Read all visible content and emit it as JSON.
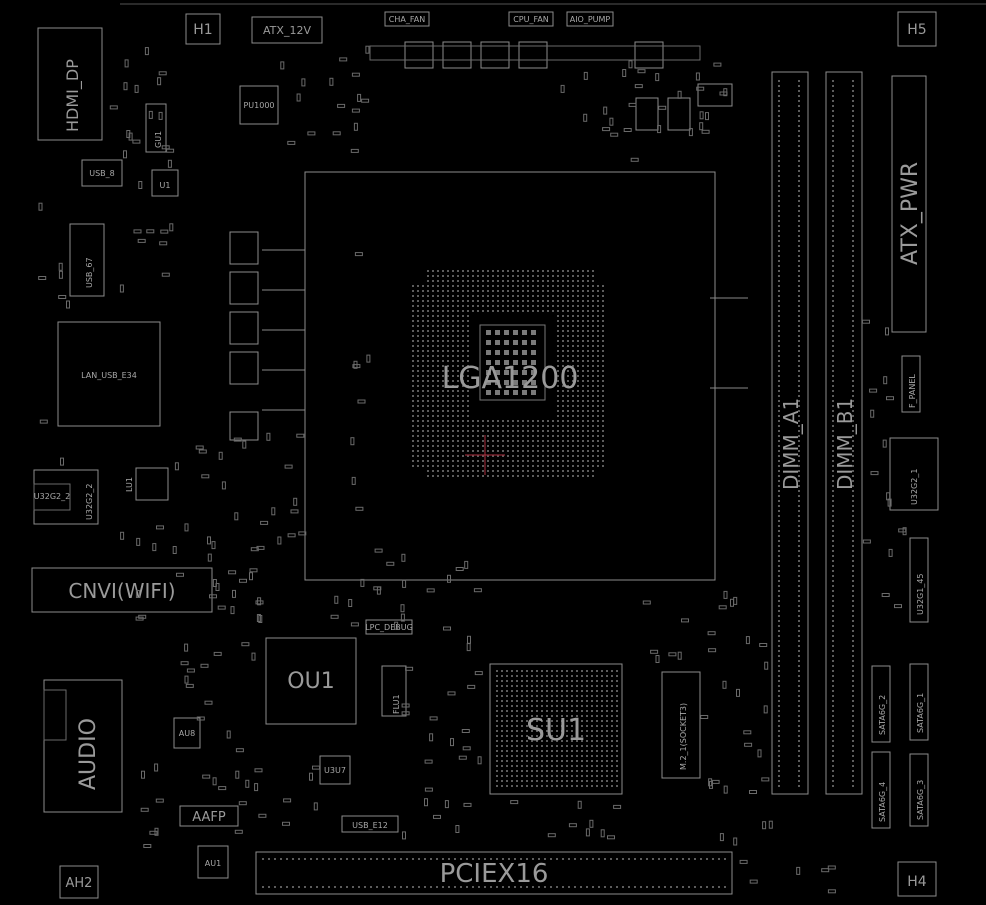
{
  "board": {
    "socket": "LGA1200",
    "chipset": "SU1",
    "audio_codec_area": "OU1",
    "memory": [
      "DIMM_A1",
      "DIMM_B1"
    ],
    "power": [
      "ATX_PWR",
      "ATX_12V"
    ],
    "slots": [
      "PCIEX16",
      "M.2_1(SOCKET3)",
      "CNVI(WIFI)"
    ],
    "rear_io": [
      "HDMI_DP",
      "USB_8",
      "USB_67",
      "LAN_USB_E34",
      "U32G2_2",
      "AUDIO"
    ],
    "headers": [
      "CHA_FAN",
      "CPU_FAN",
      "AIO_PUMP",
      "F_PANEL",
      "U32G2_1",
      "U32G1_45",
      "SATA6G_2",
      "SATA6G_1",
      "SATA6G_4",
      "SATA6G_3",
      "USB_E12",
      "AAFP",
      "LPC_DEBUG"
    ],
    "mounting_holes": [
      "H1",
      "H5",
      "H4",
      "AH2"
    ],
    "small_parts": [
      "PU1000",
      "GU1",
      "U1",
      "LU1",
      "AU8",
      "AU1",
      "FLU1",
      "U3U7",
      "U32G2_2"
    ]
  },
  "colors": {
    "background": "#000000",
    "outline": "#8c8c8c",
    "label": "#9a9a9a",
    "cursor": "#b03040"
  }
}
